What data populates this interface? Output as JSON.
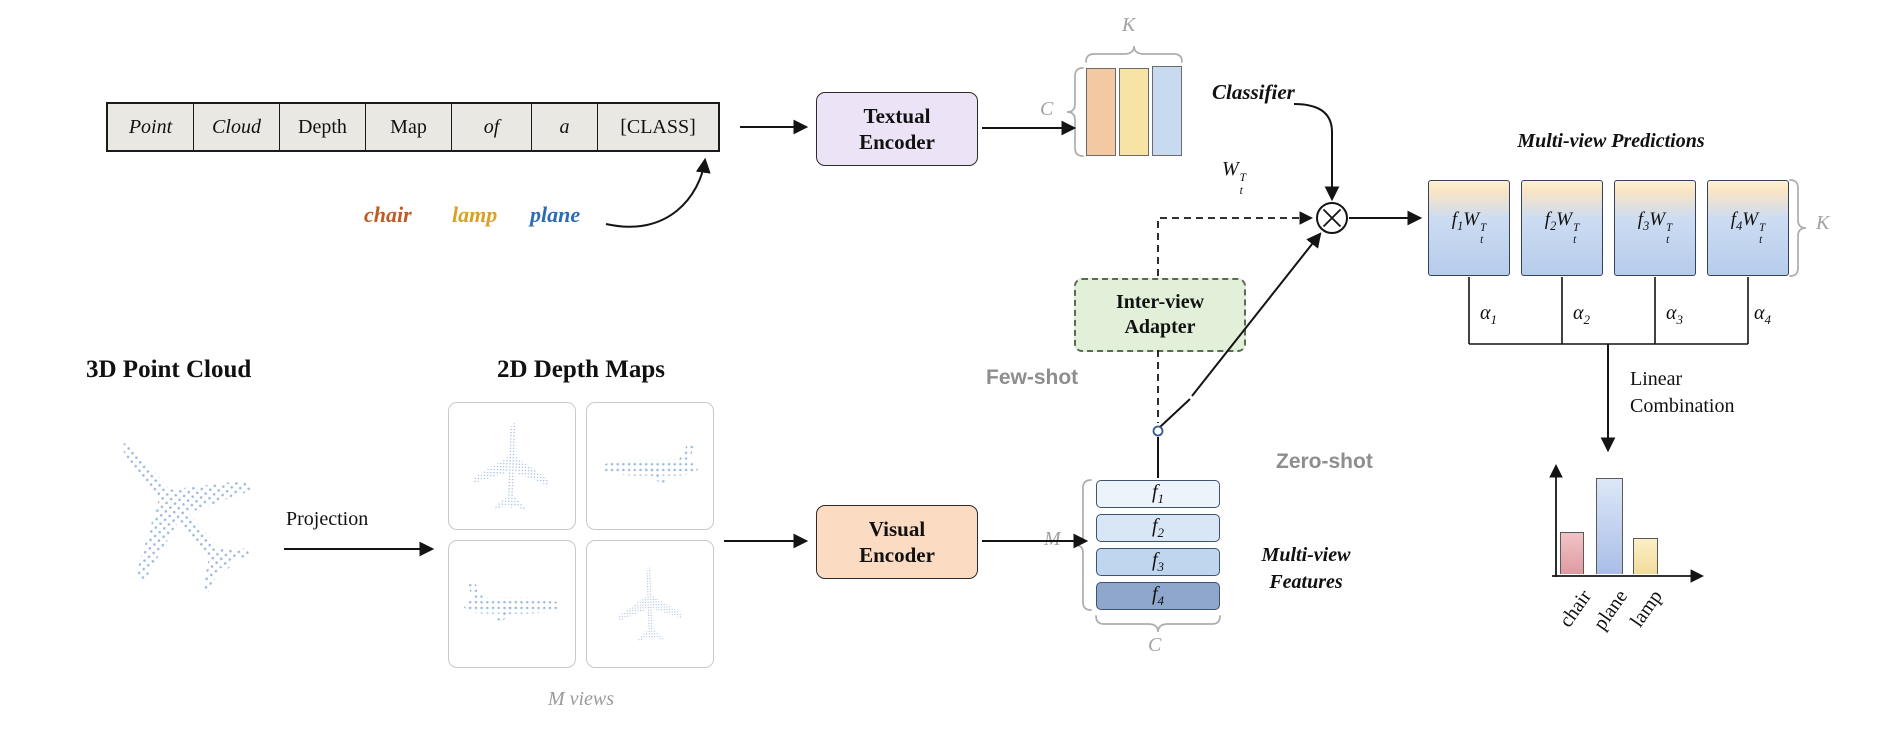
{
  "prompt_table": {
    "cells": [
      "Point",
      "Cloud",
      "Depth",
      "Map",
      "of",
      "a",
      "[CLASS]"
    ]
  },
  "class_words": [
    {
      "text": "chair",
      "color": "#bf5b27"
    },
    {
      "text": "lamp",
      "color": "#d8a026"
    },
    {
      "text": "plane",
      "color": "#2d6cb5"
    }
  ],
  "textual_encoder": {
    "line1": "Textual",
    "line2": "Encoder",
    "bg": "#ece4f6"
  },
  "visual_encoder": {
    "line1": "Visual",
    "line2": "Encoder",
    "bg": "#fbdcc3"
  },
  "adapter": {
    "line1": "Inter-view",
    "line2": "Adapter",
    "bg": "#e2efd9"
  },
  "classifier": {
    "label": "Classifier",
    "w": {
      "base": "W",
      "sup": "T",
      "sub": "t"
    },
    "dim_top": "K",
    "dim_left": "C",
    "bar_colors": [
      "#f3c9a4",
      "#f7e3a6",
      "#c8daf0"
    ]
  },
  "paths_labels": {
    "few_shot": "Few-shot",
    "zero_shot": "Zero-shot"
  },
  "left_panel": {
    "heading_3d": "3D Point Cloud",
    "heading_2d": "2D Depth Maps",
    "projection": "Projection",
    "m_views": "M views"
  },
  "features": {
    "dim_left": "M",
    "dim_bottom": "C",
    "caption_line1": "Multi-view",
    "caption_line2": "Features",
    "row_colors": [
      "#edf3fb",
      "#d9e6f5",
      "#c0d5ee",
      "#8ea7cb"
    ],
    "items": [
      {
        "base": "f",
        "sub": "1"
      },
      {
        "base": "f",
        "sub": "2"
      },
      {
        "base": "f",
        "sub": "3"
      },
      {
        "base": "f",
        "sub": "4"
      }
    ]
  },
  "predictions": {
    "title": "Multi-view Predictions",
    "dim_right": "K",
    "box_gradient": [
      "#fdf2cf",
      "#f8e4c6",
      "#ccdcf2",
      "#b6cceb"
    ],
    "items": [
      {
        "f": "f",
        "fsub": "1",
        "w": "W",
        "wsup": "T",
        "wsub": "t"
      },
      {
        "f": "f",
        "fsub": "2",
        "w": "W",
        "wsup": "T",
        "wsub": "t"
      },
      {
        "f": "f",
        "fsub": "3",
        "w": "W",
        "wsup": "T",
        "wsub": "t"
      },
      {
        "f": "f",
        "fsub": "4",
        "w": "W",
        "wsup": "T",
        "wsub": "t"
      }
    ],
    "alphas": [
      {
        "sym": "α",
        "sub": "1"
      },
      {
        "sym": "α",
        "sub": "2"
      },
      {
        "sym": "α",
        "sub": "3"
      },
      {
        "sym": "α",
        "sub": "4"
      }
    ],
    "linear_combination_line1": "Linear",
    "linear_combination_line2": "Combination"
  },
  "chart_data": {
    "type": "bar",
    "categories": [
      "chair",
      "plane",
      "lamp"
    ],
    "values": [
      0.44,
      1.0,
      0.37
    ],
    "colors": [
      "#de9aa1",
      "#a9bee7",
      "#f3dc9b"
    ],
    "colors_top": [
      "#f2c4c7",
      "#dde7f7",
      "#fbefc6"
    ],
    "title": "",
    "xlabel": "",
    "ylabel": ""
  }
}
